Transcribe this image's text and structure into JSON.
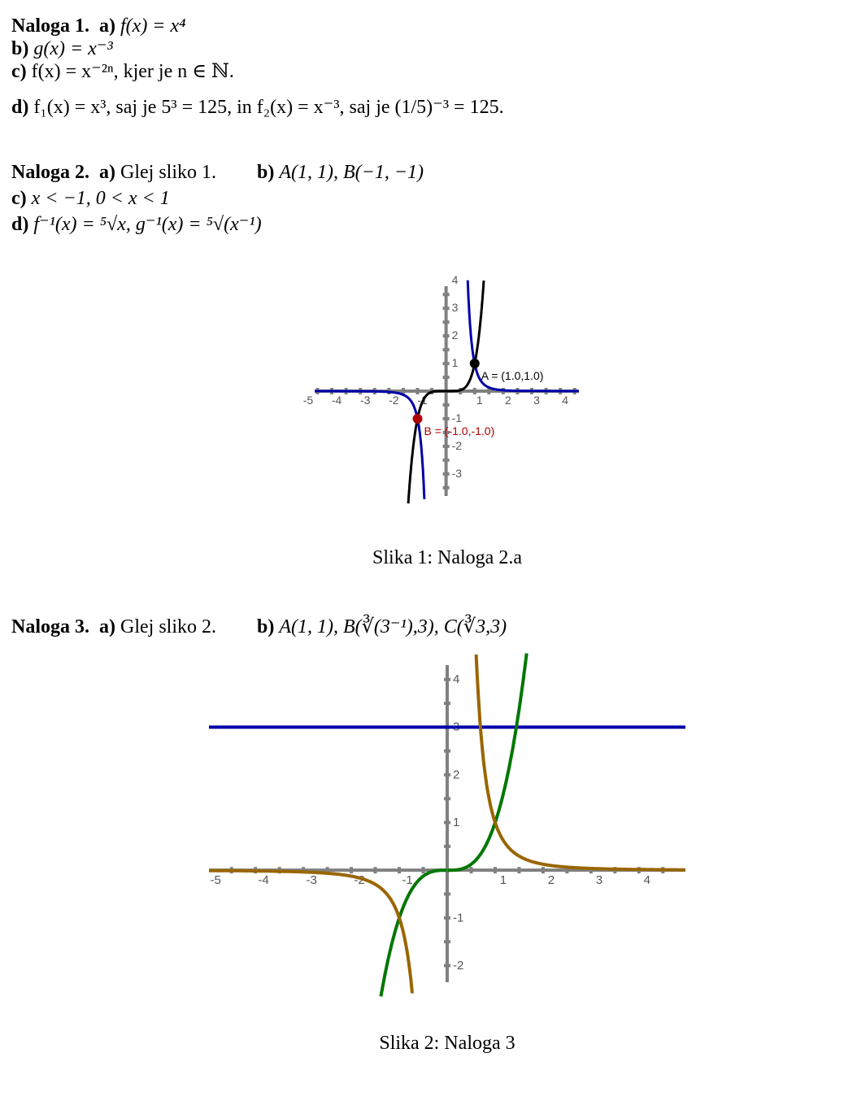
{
  "task1": {
    "heading": "Naloga 1.",
    "a_label": "a)",
    "a_text": "f(x) = x⁴",
    "b_label": "b)",
    "b_text": "g(x) = x⁻³",
    "c_label": "c)",
    "c_text": "f(x) = x⁻²ⁿ, kjer je n ∈ ℕ.",
    "d_label": "d)",
    "d_text": "f₁(x) = x³, saj je 5³ = 125, in f₂(x) = x⁻³, saj je (1/5)⁻³ = 125."
  },
  "task2": {
    "heading": "Naloga 2.",
    "a_label": "a)",
    "a_text": "Glej sliko 1.",
    "b_label": "b)",
    "b_text": "A(1, 1), B(−1, −1)",
    "c_label": "c)",
    "c_text": "x < −1, 0 < x < 1",
    "d_label": "d)",
    "d_text": "f⁻¹(x) = ⁵√x, g⁻¹(x) = ⁵√(x⁻¹)",
    "caption": "Slika 1: Naloga 2.a"
  },
  "task3": {
    "heading": "Naloga 3.",
    "a_label": "a)",
    "a_text": "Glej sliko 2.",
    "b_label": "b)",
    "b_text": "A(1, 1), B(∛(3⁻¹),3), C(∛3,3)",
    "caption": "Slika 2: Naloga 3"
  },
  "chart_data": [
    {
      "type": "line",
      "title": "Slika 1: Naloga 2.a",
      "xlim": [
        -4.6,
        4.65
      ],
      "ylim": [
        -3.8,
        3.8
      ],
      "x_tick_labels": [
        "-5",
        "-4",
        "-3",
        "-2",
        "-1",
        "1",
        "2",
        "3",
        "4"
      ],
      "y_tick_labels": [
        "-3",
        "-2",
        "-1",
        "1",
        "2",
        "3",
        "4"
      ],
      "series": [
        {
          "name": "f(x) = x^5",
          "exponent": 5,
          "color": "#000000"
        },
        {
          "name": "g(x) = x^-5",
          "exponent": -5,
          "color": "#0000aa"
        }
      ],
      "points": [
        {
          "label": "A = (1.0,1.0)",
          "x": 1,
          "y": 1,
          "color": "#000000"
        },
        {
          "label": "B = (-1.0,-1.0)",
          "x": -1,
          "y": -1,
          "color": "#b00000"
        }
      ]
    },
    {
      "type": "line",
      "title": "Slika 2: Naloga 3",
      "xlim": [
        -4.97,
        4.97
      ],
      "ylim": [
        -2.35,
        4.3
      ],
      "x_tick_labels": [
        "-5",
        "-4",
        "-3",
        "-2",
        "-1",
        "1",
        "2",
        "3",
        "4"
      ],
      "y_tick_labels": [
        "-2",
        "-1",
        "1",
        "2",
        "3",
        "4"
      ],
      "series": [
        {
          "name": "y = 3",
          "constant": 3,
          "color": "#0000aa"
        },
        {
          "name": "y = x^3",
          "exponent": 3,
          "color": "#007700"
        },
        {
          "name": "y = x^-3",
          "exponent": -3,
          "color": "#996600"
        }
      ],
      "points": []
    }
  ]
}
